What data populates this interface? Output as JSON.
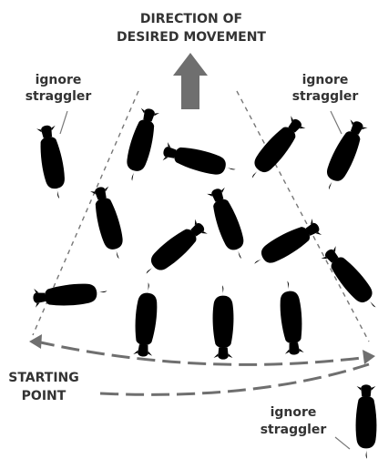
{
  "title": {
    "line1": "DIRECTION OF",
    "line2": "DESIRED MOVEMENT"
  },
  "labels": {
    "straggler_left": [
      "ignore",
      "straggler"
    ],
    "straggler_right": [
      "ignore",
      "straggler"
    ],
    "straggler_bottom": [
      "ignore",
      "straggler"
    ],
    "starting_point": [
      "STARTING",
      "POINT"
    ]
  },
  "colors": {
    "arrow": "#6f6f6f",
    "text": "#333333",
    "outline": "#666666",
    "boundary": "#777777"
  },
  "icons": {
    "direction_arrow": "up-arrow-icon",
    "sweep_arrow": "curved-double-arrow-icon",
    "animal": "cow-icon"
  }
}
